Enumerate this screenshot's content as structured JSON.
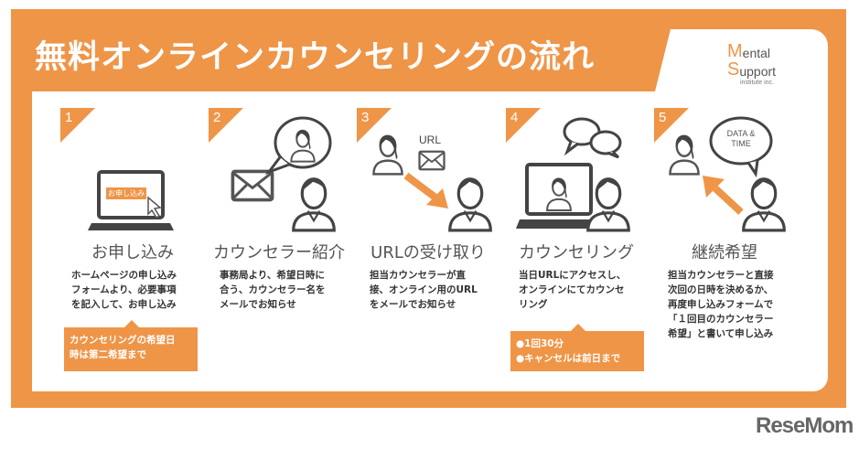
{
  "title": "無料オンラインカウンセリングの流れ",
  "logo": {
    "line1_initial": "M",
    "line1_rest": "ental",
    "line2_initial": "S",
    "line2_rest": "upport",
    "line3": "institute inc."
  },
  "colors": {
    "accent": "#ef9548",
    "text": "#333333",
    "heading": "#555555"
  },
  "steps": [
    {
      "number": "1",
      "title": "お申し込み",
      "description": "ホームページの申し込み\nフォームより、必要事項\nを記入して、お申し込み",
      "screen_button": "お申し込み",
      "note": "カウンセリングの希望日\n時は第二希望まで"
    },
    {
      "number": "2",
      "title": "カウンセラー紹介",
      "description": "事務局より、希望日時に\n合う、カウンセラー名を\nメールでお知らせ"
    },
    {
      "number": "3",
      "title": "URLの受け取り",
      "description": "担当カウンセラーが直\n接、オンライン用のURL\nをメールでお知らせ",
      "icon_label": "URL"
    },
    {
      "number": "4",
      "title": "カウンセリング",
      "description": "当日URLにアクセスし、\nオンラインにてカウンセ\nリング",
      "note": "●1回30分\n●キャンセルは前日まで"
    },
    {
      "number": "5",
      "title": "継続希望",
      "description": "担当カウンセラーと直接\n次回の日時を決めるか、\n再度申し込みフォームで\n「１回目のカウンセラー\n希望」と書いて申し込み",
      "bubble_line1": "DATA &",
      "bubble_line2": "TIME"
    }
  ],
  "watermark": "ReseMom"
}
